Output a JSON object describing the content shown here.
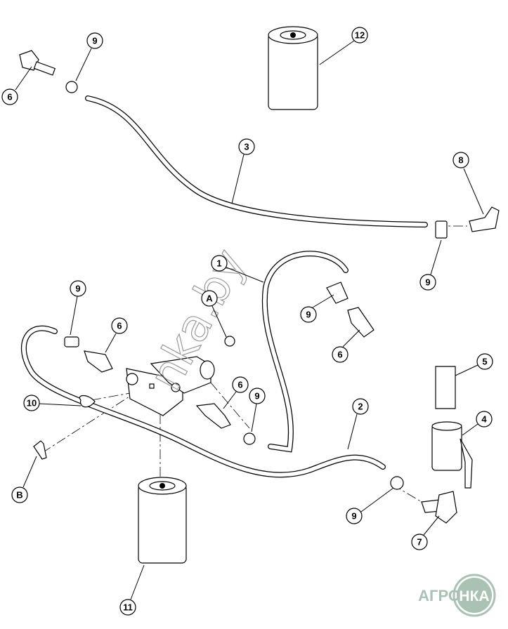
{
  "diagram": {
    "title": "Fuel filter and hose assembly",
    "callouts": [
      "1",
      "2",
      "3",
      "4",
      "5",
      "6",
      "6",
      "6",
      "6",
      "7",
      "8",
      "9",
      "9",
      "9",
      "9",
      "9",
      "9",
      "10",
      "11",
      "12",
      "A",
      "B"
    ],
    "watermark": "nka.by",
    "logo": {
      "text_left": "АГРО",
      "text_right": "НКА",
      "color": "#a9c2b4"
    }
  }
}
